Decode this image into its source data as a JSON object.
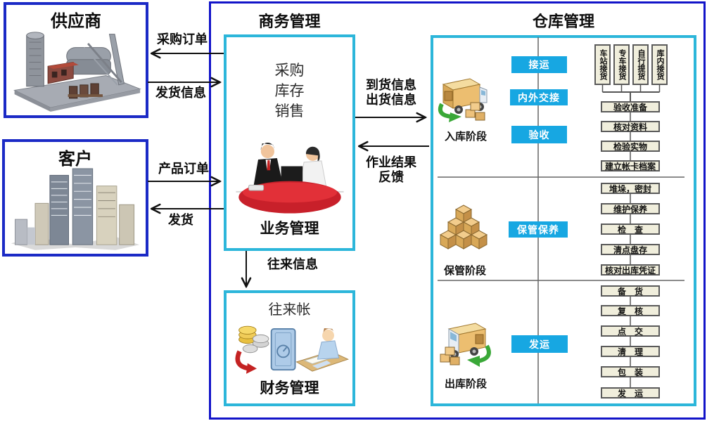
{
  "supplier": {
    "title": "供应商",
    "image": "factory-illustration"
  },
  "customer": {
    "title": "客户",
    "image": "city-buildings-illustration"
  },
  "business": {
    "title": "商务管理",
    "functions": [
      "采购",
      "库存",
      "销售"
    ],
    "label": "业务管理",
    "image": "people-meeting-illustration"
  },
  "finance": {
    "title": "往来帐",
    "label": "财务管理",
    "image": "finance-illustration"
  },
  "warehouse": {
    "title": "仓库管理",
    "stage_tags": [
      "接运",
      "内外交接",
      "验收",
      "保管保养",
      "发运"
    ],
    "stages": [
      {
        "name": "入库阶段",
        "icon": "inbound-truck-icon"
      },
      {
        "name": "保管阶段",
        "icon": "stacked-boxes-icon"
      },
      {
        "name": "出库阶段",
        "icon": "outbound-truck-icon"
      }
    ],
    "pickup_methods": [
      "车站接货",
      "专车接货",
      "自行提货",
      "库内接货"
    ],
    "inbound_steps": [
      "验收准备",
      "核对资料",
      "检验实物",
      "建立帐卡档案"
    ],
    "storage_steps": [
      "堆垛，密封",
      "维护保养",
      "检　查",
      "清点盘存",
      "核对出库凭证"
    ],
    "outbound_steps": [
      "备　货",
      "复　核",
      "点　交",
      "清　理",
      "包　装",
      "发　运"
    ]
  },
  "arrows": {
    "purchase_order": "采购订单",
    "ship_info": "发货信息",
    "product_order": "产品订单",
    "delivery": "发货",
    "arrival_info": [
      "到货信息",
      "出货信息"
    ],
    "feedback": [
      "作业结果",
      "反馈"
    ],
    "exchange_info": "往来信息"
  },
  "colors": {
    "outer_border": "#1214c9",
    "entity_border": "#1b2ac6",
    "panel_border": "#2cb6da",
    "stage_tag_bg": "#17a7e2",
    "flow_box_bg": "#f0eedc",
    "arrow": "#111111"
  }
}
